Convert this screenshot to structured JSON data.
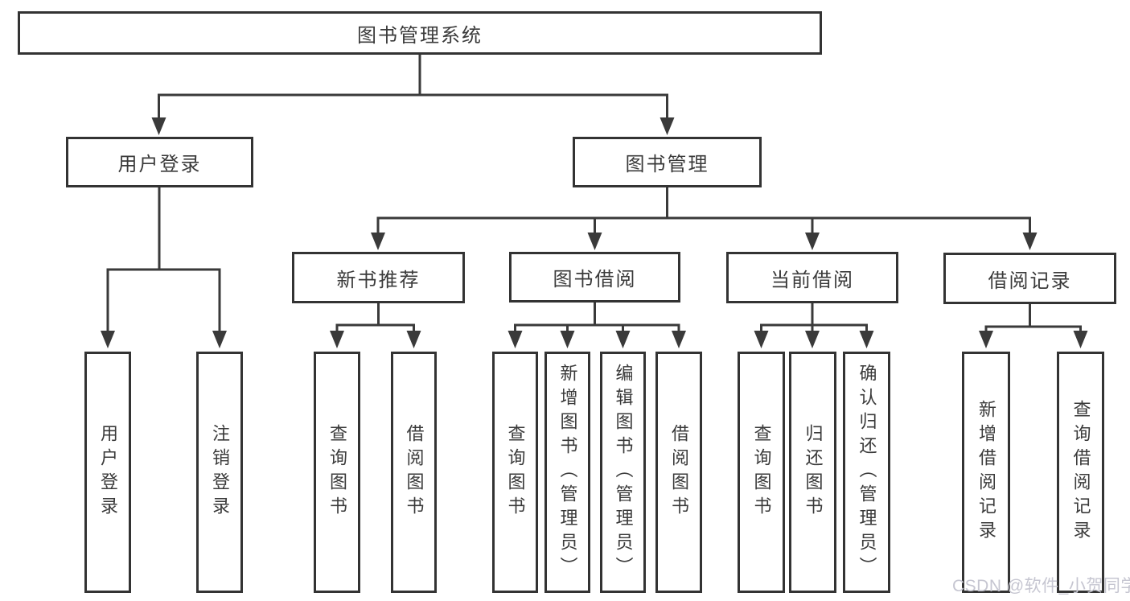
{
  "tree": {
    "root": {
      "label": "图书管理系统"
    },
    "branches": [
      {
        "label": "用户登录",
        "children": [
          {
            "label": "用户登录"
          },
          {
            "label": "注销登录"
          }
        ]
      },
      {
        "label": "图书管理",
        "children": [
          {
            "label": "新书推荐",
            "children": [
              {
                "label": "查询图书"
              },
              {
                "label": "借阅图书"
              }
            ]
          },
          {
            "label": "图书借阅",
            "children": [
              {
                "label": "查询图书"
              },
              {
                "label": "新增图书（管理员）"
              },
              {
                "label": "编辑图书（管理员）"
              },
              {
                "label": "借阅图书"
              }
            ]
          },
          {
            "label": "当前借阅",
            "children": [
              {
                "label": "查询图书"
              },
              {
                "label": "归还图书"
              },
              {
                "label": "确认归还（管理员）"
              }
            ]
          },
          {
            "label": "借阅记录",
            "children": [
              {
                "label": "新增借阅记录"
              },
              {
                "label": "查询借阅记录"
              }
            ]
          }
        ]
      }
    ]
  },
  "watermark": {
    "text": "CSDN @软件_小贺同学"
  },
  "colors": {
    "line": "#3a3a3a",
    "box_border": "#333333",
    "text": "#3a3a3a",
    "watermark": "#c6c6d1",
    "background": "#ffffff"
  }
}
